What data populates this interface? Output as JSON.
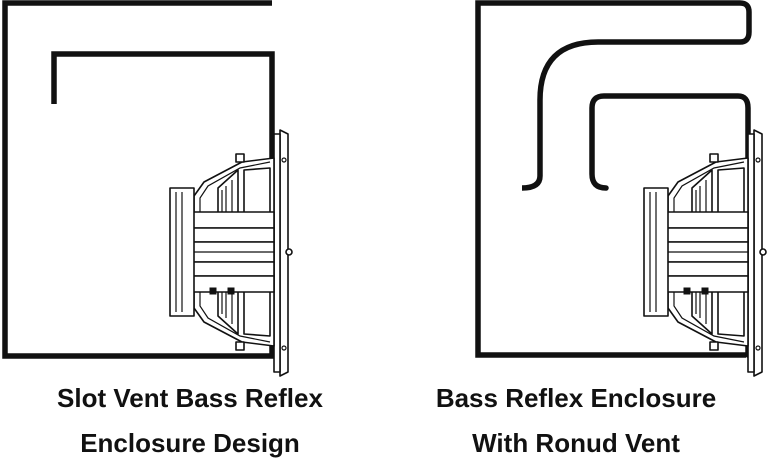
{
  "diagrams": [
    {
      "caption_line1": "Slot Vent Bass Reflex",
      "caption_line2": "Enclosure Design"
    },
    {
      "caption_line1": "Bass Reflex Enclosure",
      "caption_line2": "With Ronud Vent"
    }
  ],
  "colors": {
    "stroke": "#111111",
    "background": "#ffffff"
  }
}
